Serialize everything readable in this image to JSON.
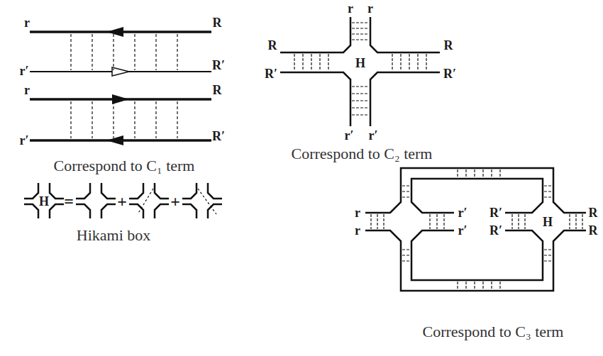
{
  "diagram": {
    "labels": [
      "r",
      "R",
      "r′",
      "R′",
      "r",
      "R",
      "r′",
      "R′",
      "Correspond to C₁ term",
      "H",
      "=",
      "+",
      "+",
      "Hikami box",
      "r",
      "r",
      "R",
      "R",
      "R′",
      "R′",
      "H",
      "r′",
      "r′",
      "Correspond to C₂ term",
      "r",
      "r",
      "r′",
      "r′",
      "R′",
      "R′",
      "H",
      "R",
      "R",
      "Correspond to C₃ term"
    ]
  }
}
